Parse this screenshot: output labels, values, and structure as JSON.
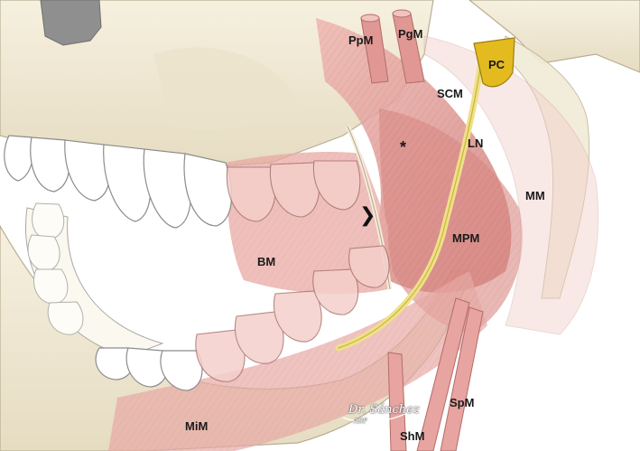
{
  "labels": {
    "ppm": "PpM",
    "pgm": "PgM",
    "pc": "PC",
    "scm": "SCM",
    "asterisk": "*",
    "ln": "LN",
    "mm": "MM",
    "arrowhead": "❯",
    "mpm": "MPM",
    "bm": "BM",
    "spm": "SpM",
    "mim": "MiM",
    "shm": "ShM"
  },
  "signature": {
    "name": "Dr. Sánchez",
    "sub": "ASP"
  },
  "colors": {
    "bone": "#f3ecd9",
    "bone_shadow": "#d9cfb4",
    "muscle": "#e6a3a0",
    "muscle_dark": "#c9706c",
    "nerve": "#e9d85a",
    "tooth": "#ffffff",
    "outline": "#8a8a8a"
  }
}
